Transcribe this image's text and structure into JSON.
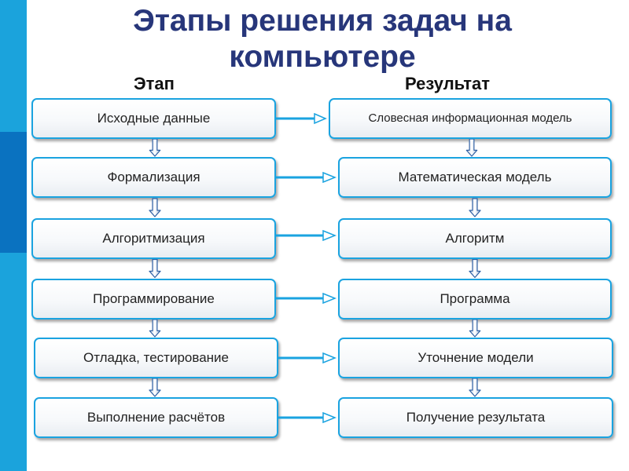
{
  "title": "Этапы решения задач на компьютере",
  "columns": {
    "stage": "Этап",
    "result": "Результат"
  },
  "stages": [
    "Исходные данные",
    "Формализация",
    "Алгоритмизация",
    "Программирование",
    "Отладка, тестирование",
    "Выполнение расчётов"
  ],
  "results": [
    "Словесная информационная модель",
    "Математическая модель",
    "Алгоритм",
    "Программа",
    "Уточнение модели",
    "Получение результата"
  ],
  "colors": {
    "accent": "#1aa3e0",
    "title": "#27367a",
    "sidebar": "#1ba3dc",
    "sidebar_dark": "#0a72c0"
  }
}
